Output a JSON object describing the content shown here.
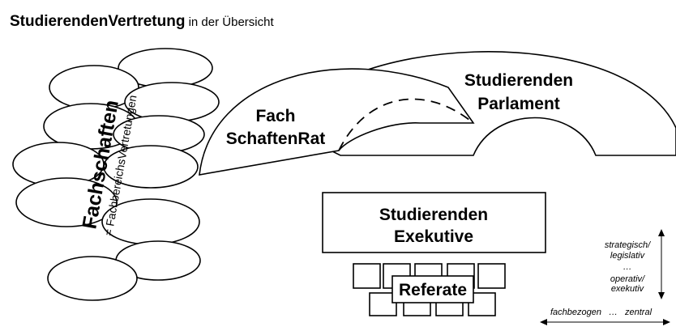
{
  "title": {
    "main": "StudierendenVertretung",
    "suffix": " in der Übersicht"
  },
  "fachschaften": {
    "label": "Fachschaften",
    "sublabel": "= FachbereichsVertretungen"
  },
  "fachschaftenrat": {
    "line1": "Fach",
    "line2": "SchaftenRat"
  },
  "parlament": {
    "line1": "Studierenden",
    "line2": "Parlament"
  },
  "exekutive": {
    "line1": "Studierenden",
    "line2": "Exekutive"
  },
  "referate": {
    "label": "Referate"
  },
  "axes": {
    "vertical": {
      "line1": "strategisch/",
      "line2": "legislativ",
      "line3": "…",
      "line4": "operativ/",
      "line5": "exekutiv"
    },
    "horizontal": {
      "left": "fachbezogen",
      "mid": "…",
      "right": "zentral"
    }
  }
}
